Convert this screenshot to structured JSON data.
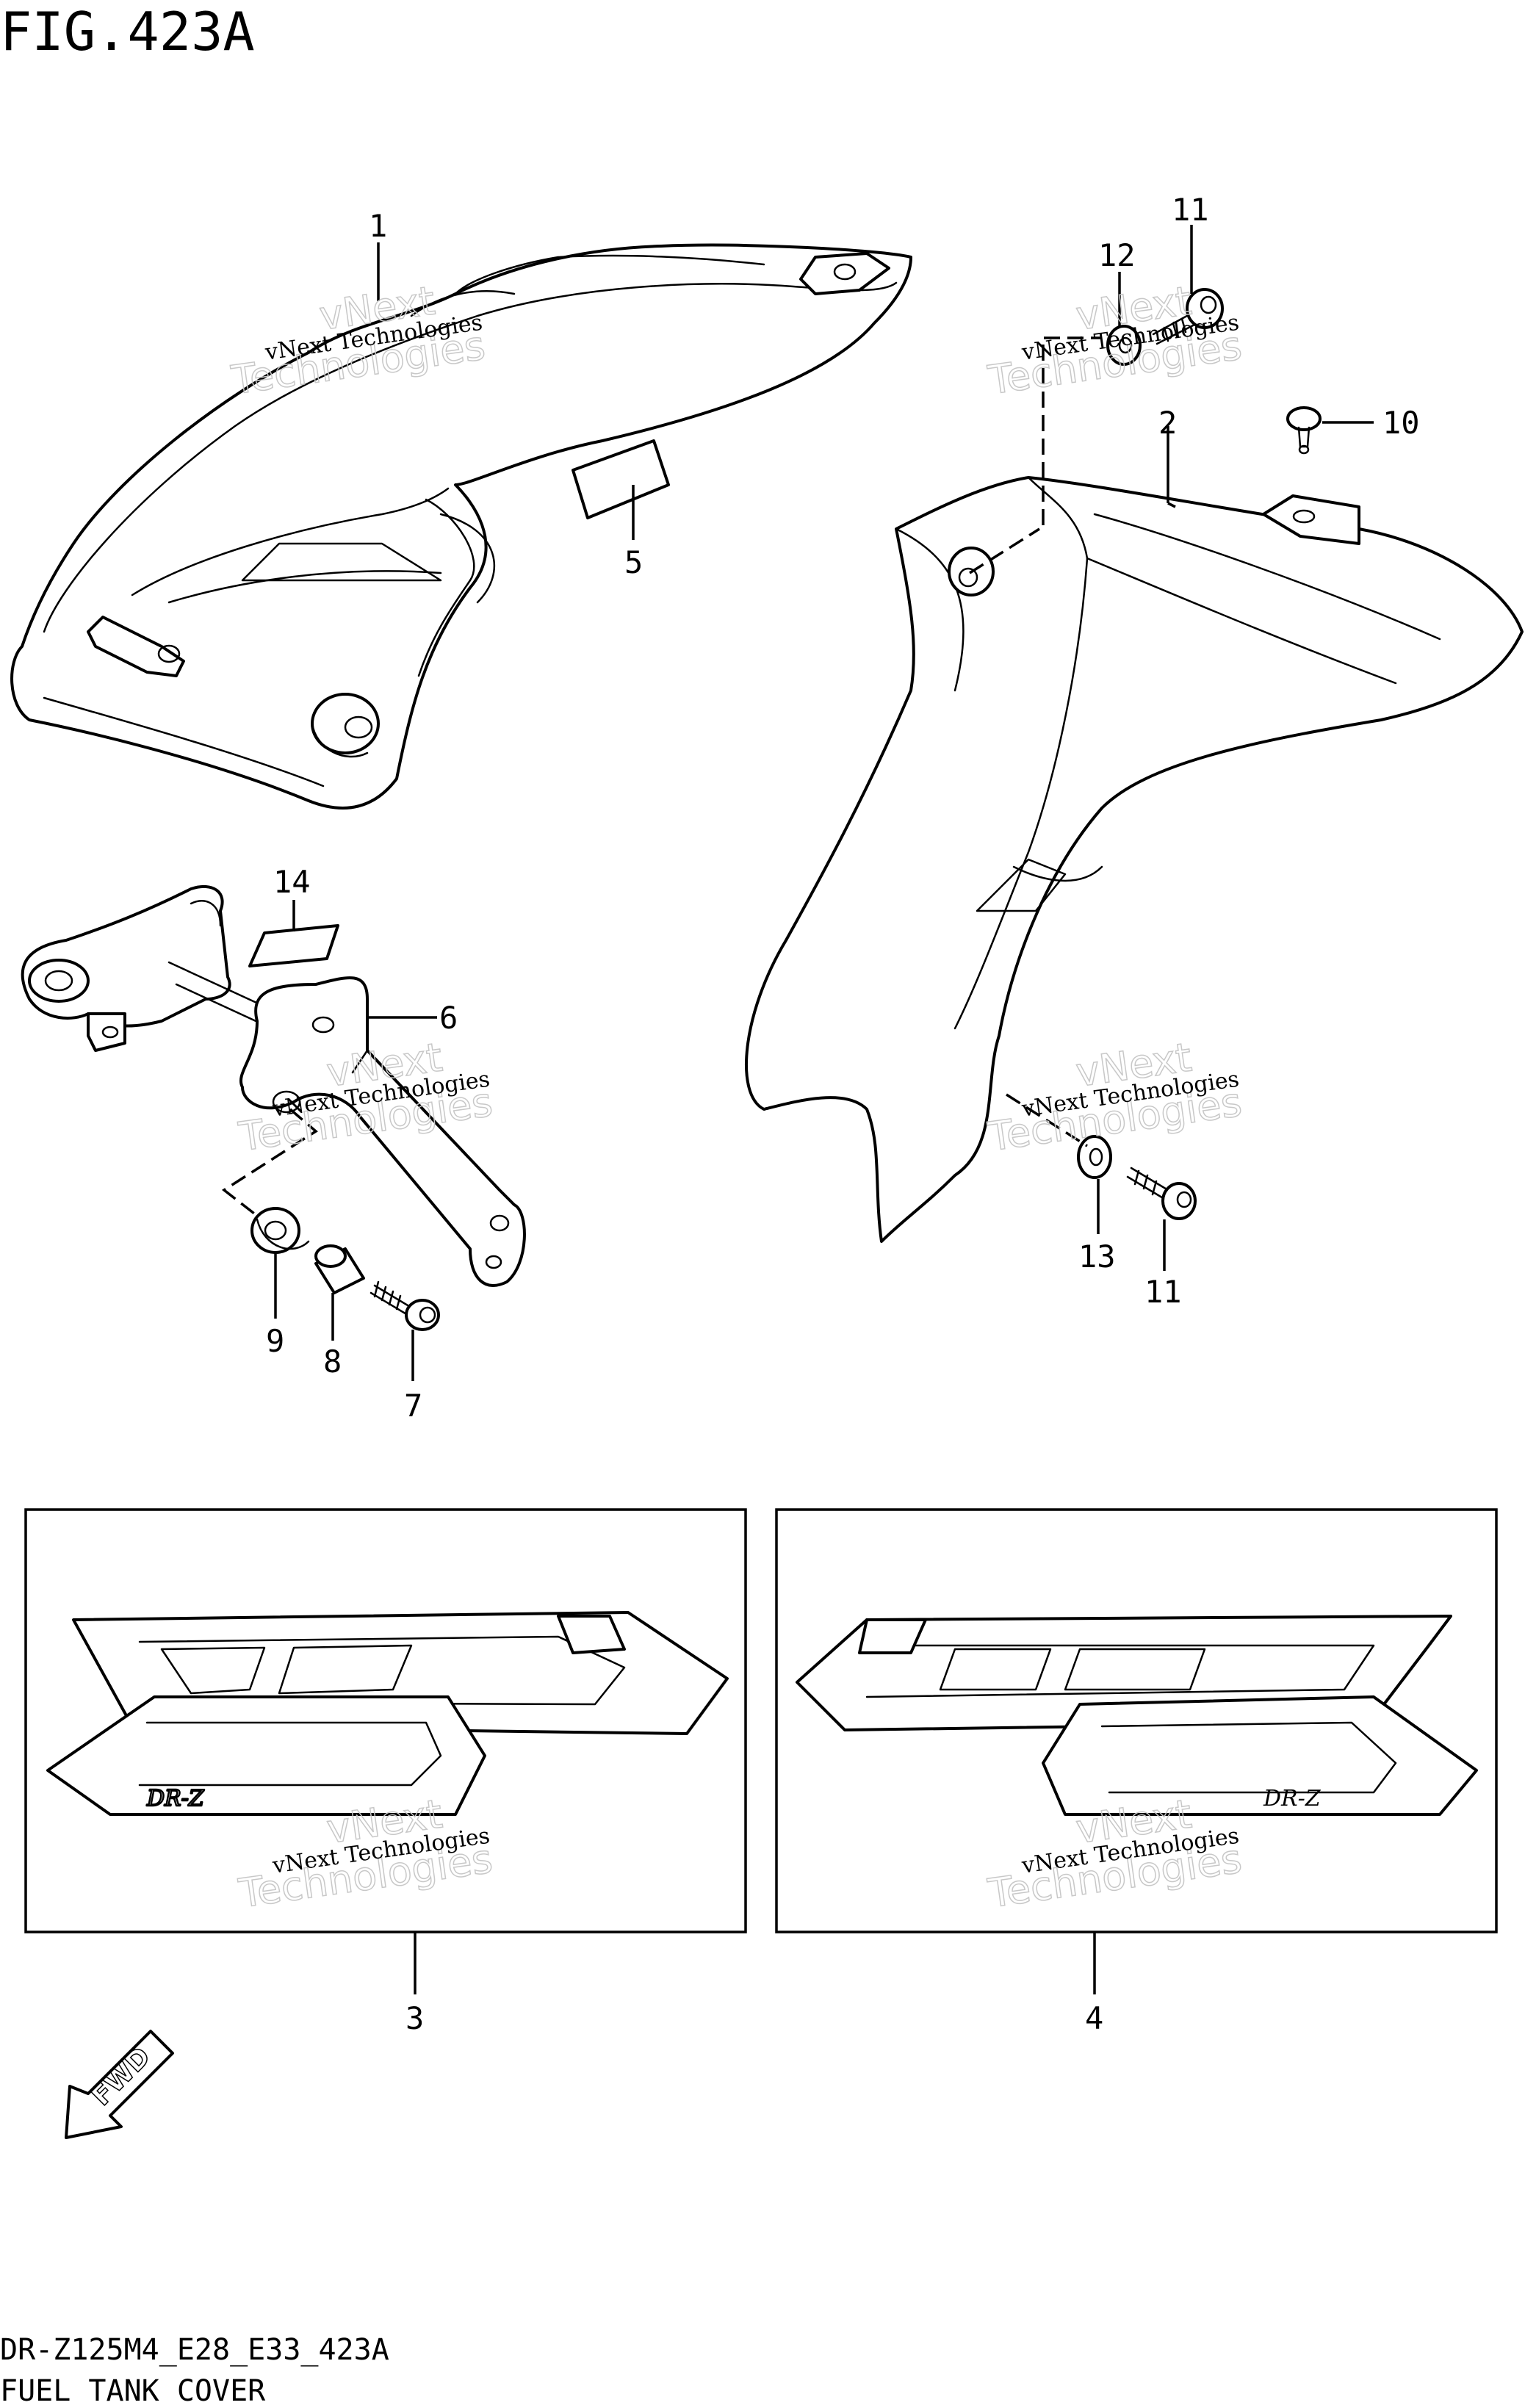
{
  "figure": {
    "title": "FIG.423A"
  },
  "footer": {
    "model_code": "DR-Z125M4_E28_E33_423A",
    "section_name": "FUEL TANK COVER"
  },
  "watermark": {
    "line1": "vNext Technologies",
    "line2": "vNext",
    "line3": "Technologies"
  },
  "fwd_label": "FWD",
  "decal_logo_text": "DR-Z",
  "callouts": {
    "c1": "1",
    "c2": "2",
    "c3": "3",
    "c4": "4",
    "c5": "5",
    "c6": "6",
    "c7": "7",
    "c8": "8",
    "c9": "9",
    "c10": "10",
    "c11a": "11",
    "c11b": "11",
    "c12": "12",
    "c13": "13",
    "c14": "14"
  },
  "parts": [
    {
      "no": "1",
      "icon": "fuel-tank-cover-left"
    },
    {
      "no": "2",
      "icon": "fuel-tank-cover-right"
    },
    {
      "no": "3",
      "icon": "decal-left"
    },
    {
      "no": "4",
      "icon": "decal-right"
    },
    {
      "no": "5",
      "icon": "cushion-pad"
    },
    {
      "no": "6",
      "icon": "bracket"
    },
    {
      "no": "7",
      "icon": "bolt"
    },
    {
      "no": "8",
      "icon": "spacer"
    },
    {
      "no": "9",
      "icon": "grommet"
    },
    {
      "no": "10",
      "icon": "clip-fastener"
    },
    {
      "no": "11",
      "icon": "bolt"
    },
    {
      "no": "12",
      "icon": "washer"
    },
    {
      "no": "13",
      "icon": "washer"
    },
    {
      "no": "14",
      "icon": "cushion-pad"
    }
  ]
}
